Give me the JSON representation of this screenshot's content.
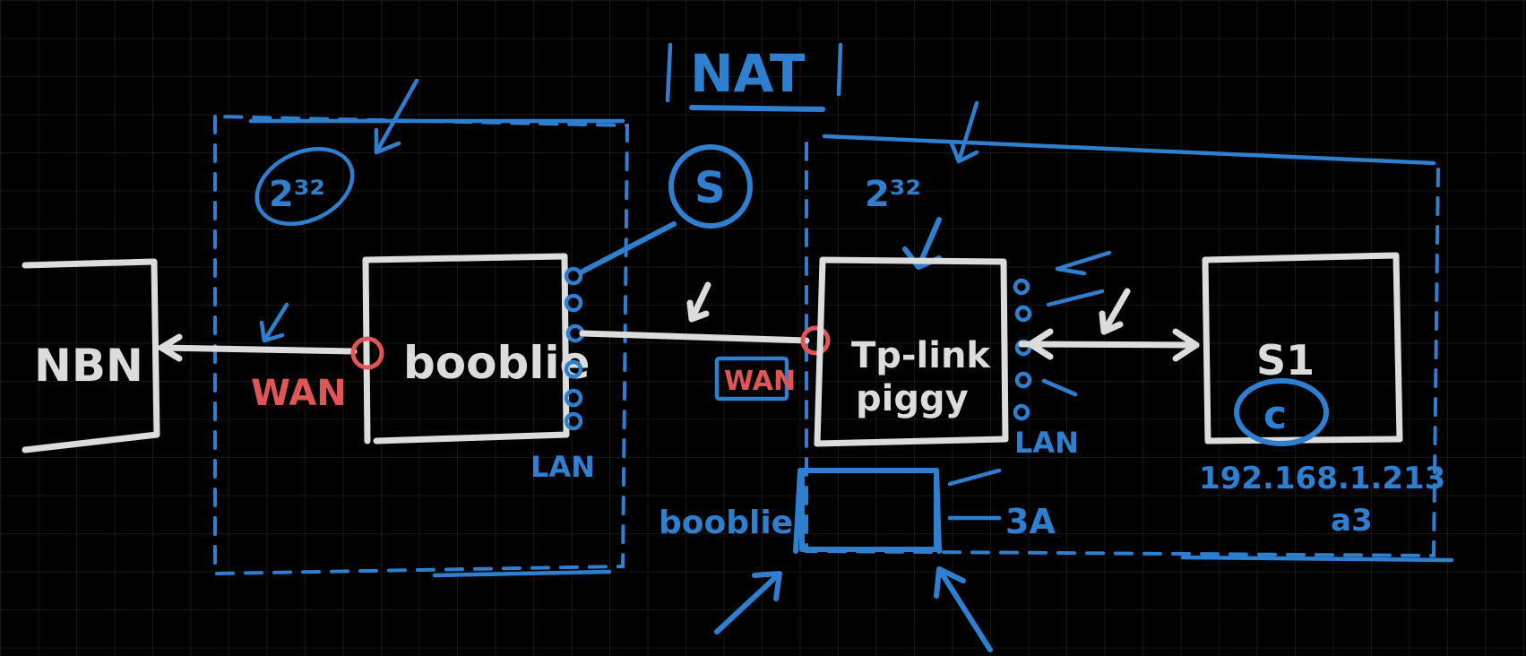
{
  "labels": {
    "nat": "NAT",
    "space_left": "2³²",
    "space_right": "2³²",
    "nbn": "NBN",
    "wan": "WAN",
    "booblie": "booblie",
    "s_node": "S",
    "lan_left": "LAN",
    "wan_right": "WAN",
    "tplink_line1": "Tp-link",
    "tplink_line2": "piggy",
    "lan_right": "LAN",
    "s1": "S1",
    "c_node": "c",
    "ip": "192.168.1.213",
    "ip_sub": "a3",
    "booblie_small": "booblie",
    "three_a": "3A"
  },
  "colors": {
    "background": "#000000",
    "grid": "rgba(255,255,255,0.085)",
    "white_ink": "#dcdcdc",
    "blue_ink": "#2f7fd0",
    "red_ink": "#e05555"
  }
}
